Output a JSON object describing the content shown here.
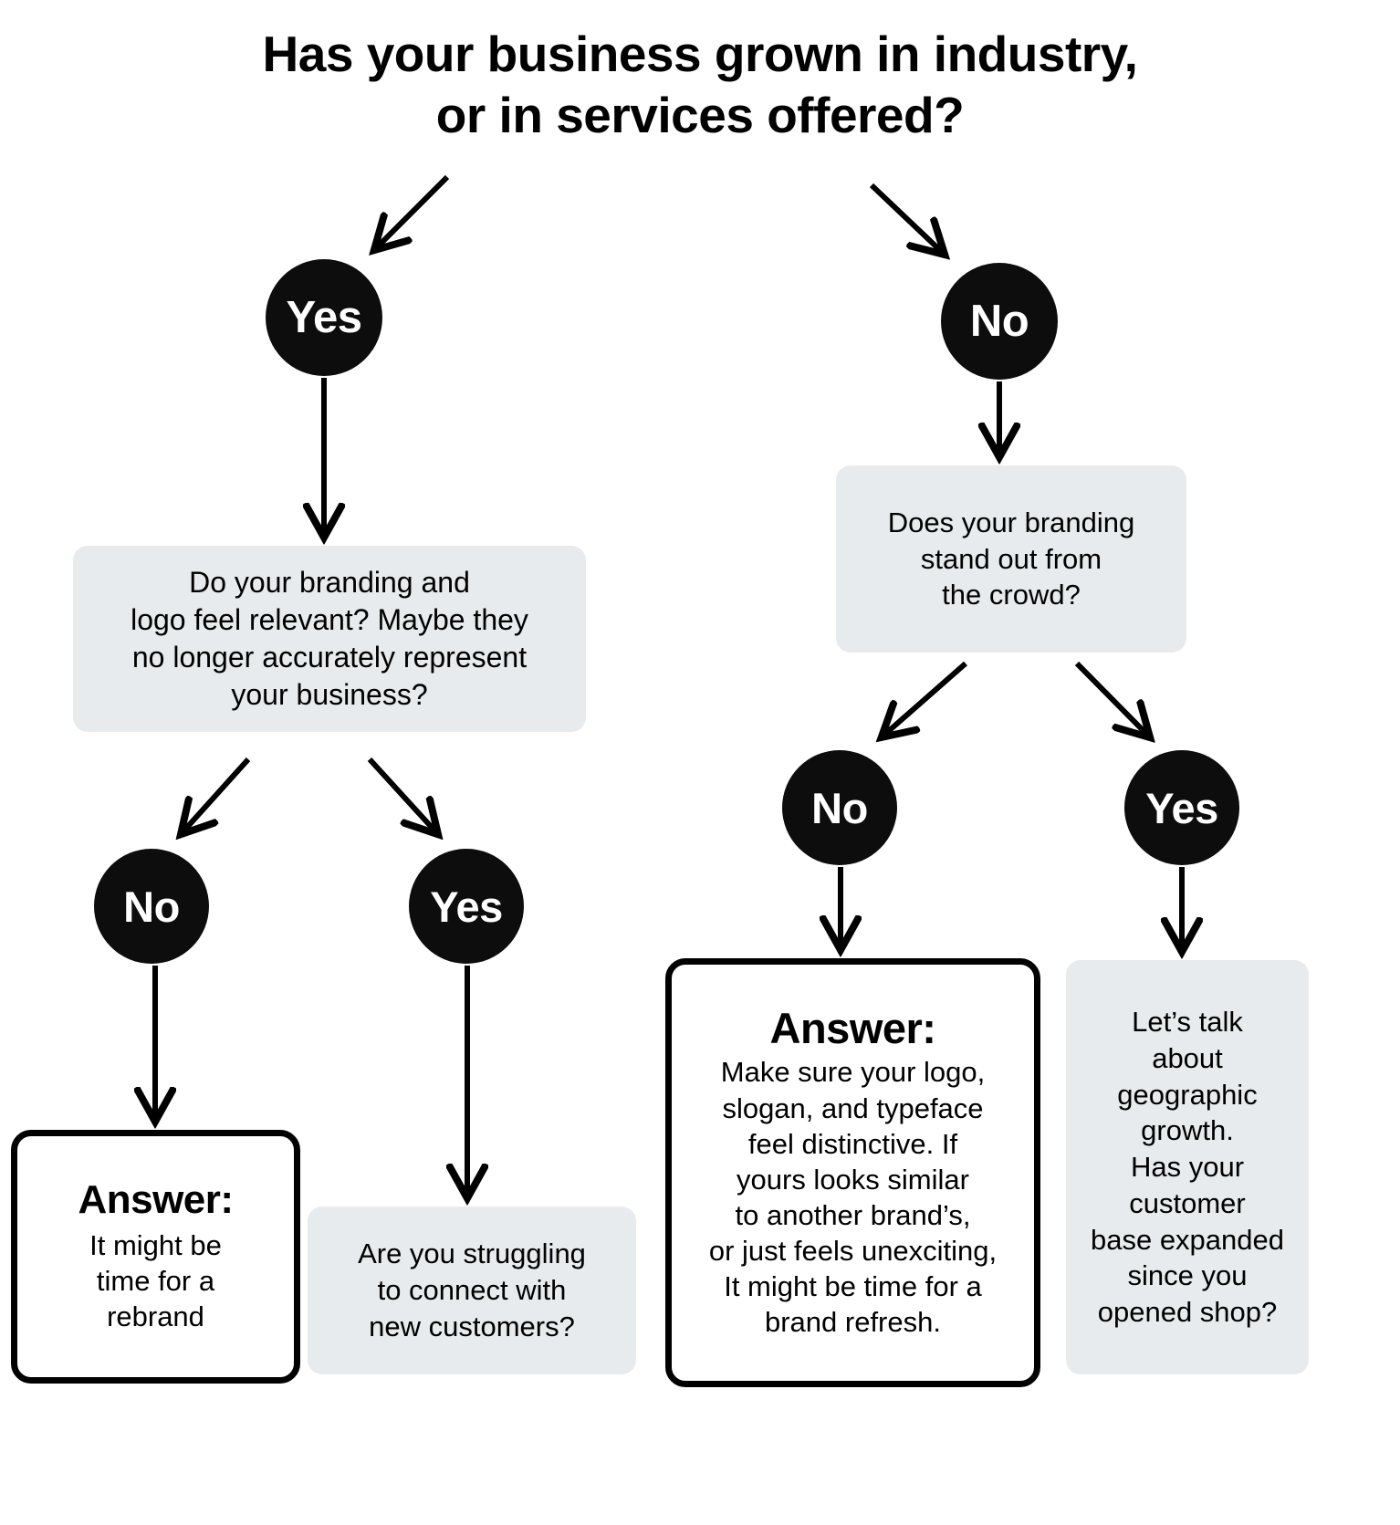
{
  "title": {
    "line1": "Has your business grown in industry,",
    "line2": "or in services offered?"
  },
  "nodes": {
    "root_yes": "Yes",
    "root_no": "No",
    "left_no": "No",
    "left_yes": "Yes",
    "right_no": "No",
    "right_yes": "Yes"
  },
  "boxes": {
    "left_question": "Do your branding and\nlogo feel relevant? Maybe they\nno longer accurately represent\nyour business?",
    "right_question": "Does your branding\nstand out from\nthe crowd?",
    "left_grey": "Are you struggling\nto connect with\nnew customers?",
    "right_grey": "Let’s talk\nabout\ngeographic\ngrowth.\nHas your\ncustomer\nbase expanded\nsince you\nopened shop?"
  },
  "answers": {
    "left": {
      "heading": "Answer:",
      "body": "It might be\ntime for a\nrebrand"
    },
    "right": {
      "heading": "Answer:",
      "body": "Make sure your logo,\nslogan, and typeface\nfeel distinctive. If\nyours looks similar\nto another brand’s,\nor just feels unexciting,\nIt might be time for a\nbrand refresh."
    }
  },
  "colors": {
    "background": "#ffffff",
    "ink": "#000000",
    "circle_fill": "#0d0d0d",
    "circle_text": "#ffffff",
    "grey_box_fill": "#e7ebed",
    "answer_border": "#000000"
  },
  "chart_data": {
    "type": "diagram",
    "diagram_kind": "decision-tree-flowchart",
    "root": "Has your business grown in industry, or in services offered?",
    "edges": [
      {
        "from": "root",
        "label": "Yes",
        "to": "Do your branding and logo feel relevant? Maybe they no longer accurately represent your business?"
      },
      {
        "from": "root",
        "label": "No",
        "to": "Does your branding stand out from the crowd?"
      },
      {
        "from": "Do your branding and logo feel relevant?",
        "label": "No",
        "to": "Answer: It might be time for a rebrand"
      },
      {
        "from": "Do your branding and logo feel relevant?",
        "label": "Yes",
        "to": "Are you struggling to connect with new customers?"
      },
      {
        "from": "Does your branding stand out from the crowd?",
        "label": "No",
        "to": "Answer: Make sure your logo, slogan, and typeface feel distinctive."
      },
      {
        "from": "Does your branding stand out from the crowd?",
        "label": "Yes",
        "to": "Let’s talk about geographic growth. Has your customer base expanded since you opened shop?"
      }
    ]
  }
}
